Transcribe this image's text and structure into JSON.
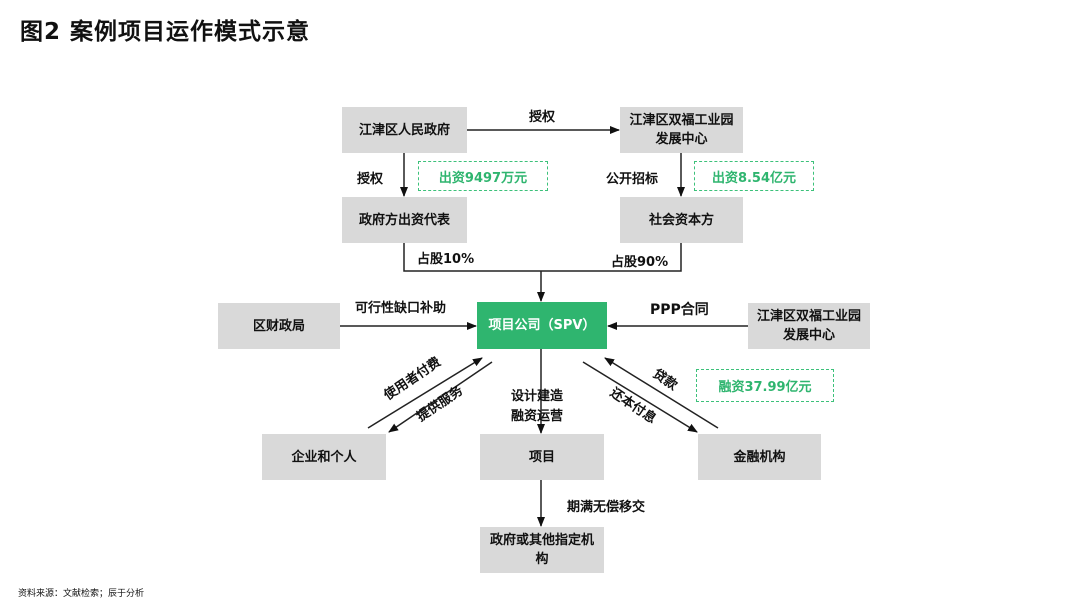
{
  "title": "图2  案例项目运作模式示意",
  "nodes": {
    "gov": "江津区人民政府",
    "center_top": "江津区双福工业园发展中心",
    "gov_rep": "政府方出资代表",
    "social": "社会资本方",
    "finance_bureau": "区财政局",
    "spv": "项目公司（SPV）",
    "center_right": "江津区双福工业园发展中心",
    "users": "企业和个人",
    "project": "项目",
    "bank": "金融机构",
    "final": "政府或其他指定机构"
  },
  "labels": {
    "authorize_top": "授权",
    "authorize_left": "授权",
    "tender": "公开招标",
    "share10": "占股10%",
    "share90": "占股90%",
    "subsidy": "可行性缺口补助",
    "ppp": "PPP合同",
    "user_pay": "使用者付费",
    "service": "提供服务",
    "build": "设计建造",
    "operate": "融资运营",
    "loan": "贷款",
    "repay": "还本付息",
    "transfer": "期满无偿移交"
  },
  "highlights": {
    "gov_invest": "出资9497万元",
    "social_invest": "出资8.54亿元",
    "financing": "融资37.99亿元"
  },
  "source": "资料来源：文献检索；辰于分析",
  "colors": {
    "accent": "#2fb56f",
    "box": "#d9d9d9"
  }
}
